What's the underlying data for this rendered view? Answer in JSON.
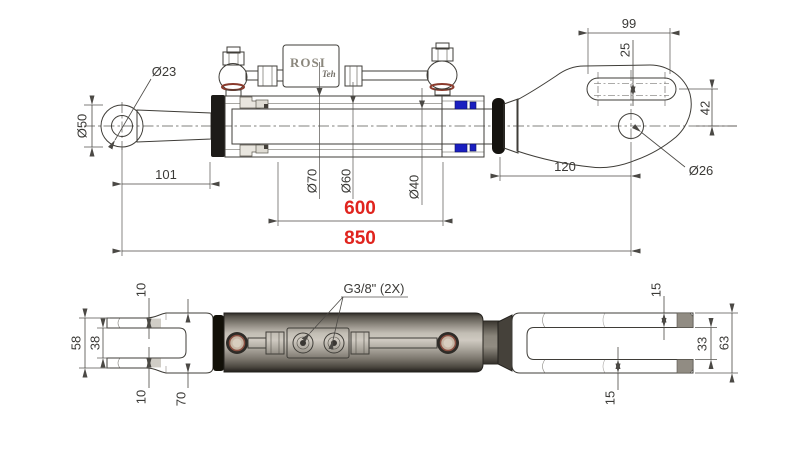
{
  "drawing": {
    "brand": {
      "logo_main": "ROSI",
      "logo_sub": "Teh"
    },
    "colors": {
      "dimension_red": "#e0241e",
      "seal_blue": "#1a1fc0",
      "metal_light": "#d3cfc4",
      "barrel_gray": "#a8a39a",
      "line_dark": "#3f3d38"
    },
    "top_view": {
      "dims": {
        "eye_hole_dia": "Ø23",
        "eye_outer_dia": "Ø50",
        "eye_to_gland": "101",
        "barrel_od": "Ø70",
        "bore_dia": "Ø60",
        "rod_dia": "Ø40",
        "closed_length": "600",
        "overall_length": "850",
        "rod_end_offset": "120",
        "slot_length": "99",
        "slot_width": "25",
        "slot_to_axis": "42",
        "end_hole_dia": "Ø26"
      }
    },
    "bottom_view": {
      "dims": {
        "fork_prong_top": "10",
        "fork_prong_bottom": "10",
        "fork_outer": "58",
        "fork_gap": "38",
        "boss_od": "70",
        "ports_label": "G3/8\" (2X)",
        "plate_thickness_top": "15",
        "plate_thickness_bottom": "15",
        "plate_gap": "33",
        "plate_outer": "63"
      }
    }
  }
}
